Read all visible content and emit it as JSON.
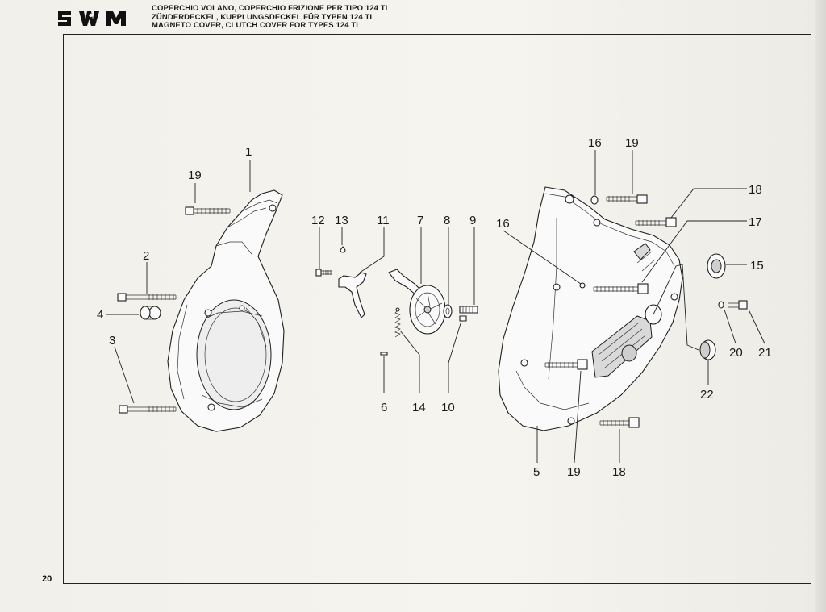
{
  "header": {
    "logo_text": "SWM",
    "title_lines": [
      "COPERCHIO VOLANO, COPERCHIO FRIZIONE PER TIPO 124 TL",
      "ZÜNDERDECKEL, KUPPLUNGSDECKEL FÜR TYPEN 124 TL",
      "MAGNETO COVER, CLUTCH COVER FOR TYPES 124 TL"
    ]
  },
  "page_number": "20",
  "callouts": {
    "c1": "1",
    "c19a": "19",
    "c2": "2",
    "c4": "4",
    "c3": "3",
    "c12": "12",
    "c13": "13",
    "c11": "11",
    "c7": "7",
    "c8": "8",
    "c9": "9",
    "c16a": "16",
    "c6": "6",
    "c14": "14",
    "c10": "10",
    "c16b": "16",
    "c19b": "19",
    "c18a": "18",
    "c17": "17",
    "c15": "15",
    "c20": "20",
    "c21": "21",
    "c22": "22",
    "c5": "5",
    "c19c": "19",
    "c18b": "18"
  },
  "colors": {
    "ink": "#1a1a1a",
    "paper": "#f4f2ec"
  }
}
